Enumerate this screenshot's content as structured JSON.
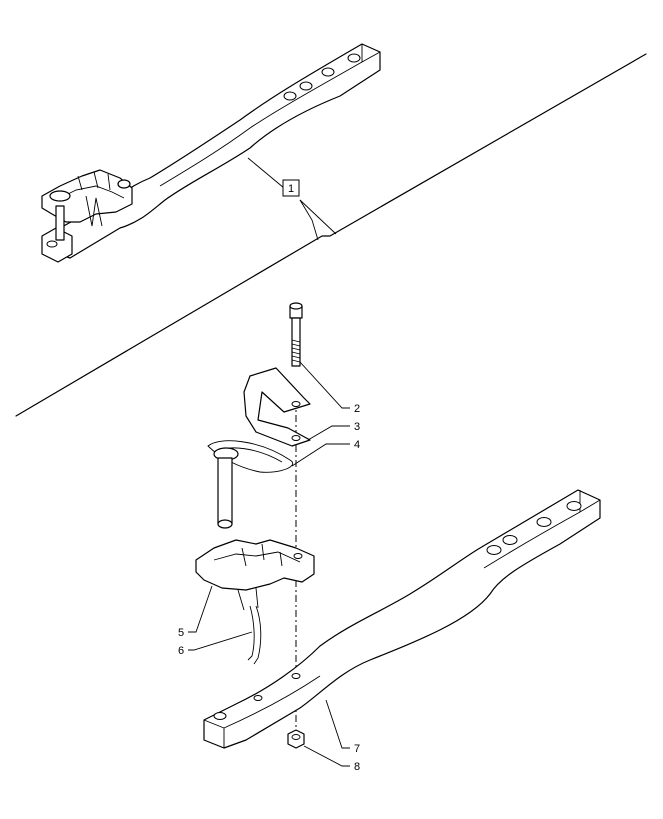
{
  "diagram": {
    "assembly_callout": "1",
    "callouts": [
      "2",
      "3",
      "4",
      "5",
      "6",
      "7",
      "8"
    ]
  }
}
